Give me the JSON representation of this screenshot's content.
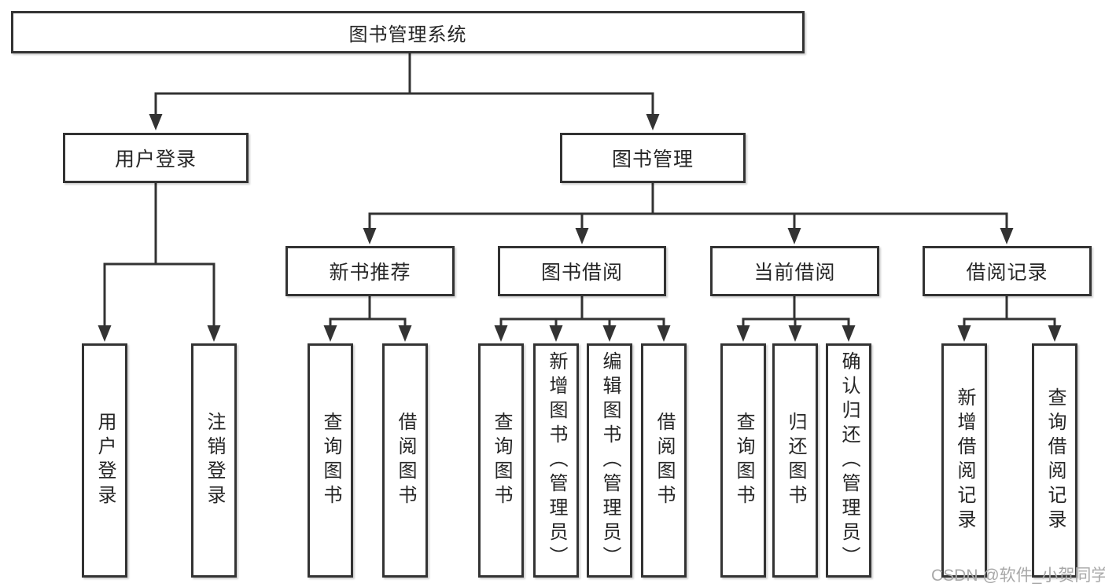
{
  "diagram": {
    "title": "图书管理系统",
    "level2": [
      {
        "label": "用户登录"
      },
      {
        "label": "图书管理"
      }
    ],
    "level3": [
      {
        "parent": "图书管理",
        "label": "新书推荐"
      },
      {
        "parent": "图书管理",
        "label": "图书借阅"
      },
      {
        "parent": "图书管理",
        "label": "当前借阅"
      },
      {
        "parent": "图书管理",
        "label": "借阅记录"
      }
    ],
    "leaves": [
      {
        "parent": "用户登录",
        "label": "用户登录"
      },
      {
        "parent": "用户登录",
        "label": "注销登录"
      },
      {
        "parent": "新书推荐",
        "label": "查询图书"
      },
      {
        "parent": "新书推荐",
        "label": "借阅图书"
      },
      {
        "parent": "图书借阅",
        "label": "查询图书"
      },
      {
        "parent": "图书借阅",
        "label": "新增图书（管理员）"
      },
      {
        "parent": "图书借阅",
        "label": "编辑图书（管理员）"
      },
      {
        "parent": "图书借阅",
        "label": "借阅图书"
      },
      {
        "parent": "当前借阅",
        "label": "查询图书"
      },
      {
        "parent": "当前借阅",
        "label": "归还图书"
      },
      {
        "parent": "当前借阅",
        "label": "确认归还（管理员）"
      },
      {
        "parent": "借阅记录",
        "label": "新增借阅记录"
      },
      {
        "parent": "借阅记录",
        "label": "查询借阅记录"
      }
    ],
    "colors": {
      "line": "#333333",
      "box_border": "#333333",
      "box_fill": "#ffffff",
      "text": "#262626",
      "watermark": "#a8a8a8"
    }
  },
  "watermark": {
    "text": "CSDN @软件_小贺同学"
  }
}
